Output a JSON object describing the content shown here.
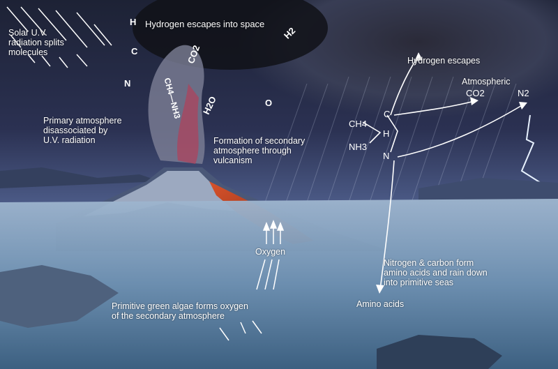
{
  "labels": {
    "solar": "Solar U.V.\nradiation splits\nmolecules",
    "h_escapes_space": "Hydrogen escapes into space",
    "primary": "Primary atmosphere\ndisassociated by\nU.V. radiation",
    "secondary": "Formation of secondary\natmosphere through\nvulcanism",
    "h_escapes": "Hydrogen escapes",
    "atmospheric": "Atmospheric",
    "oxygen": "Oxygen",
    "algae": "Primitive green algae forms oxygen\nof the secondary atmosphere",
    "nitrogen": "Nitrogen & carbon form\namino acids and rain down\ninto primitive seas",
    "amino": "Amino acids"
  },
  "plume_symbols": {
    "h": "H",
    "c": "C",
    "n": "N",
    "co2": "CO2",
    "ch4nh3": "CH4—NH3",
    "h2o": "H2O",
    "o": "O",
    "h2": "H2"
  },
  "chem": {
    "ch4": "CH4",
    "nh3": "NH3",
    "c": "C",
    "h": "H",
    "n": "N",
    "co2": "CO2",
    "n2": "N2"
  }
}
